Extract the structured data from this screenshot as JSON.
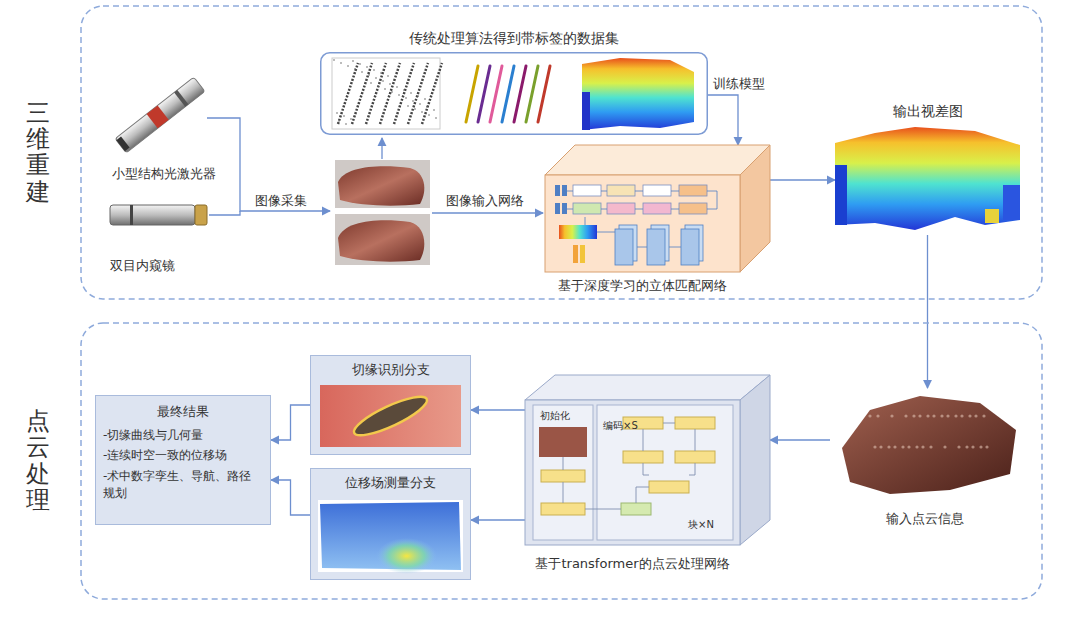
{
  "diagram": {
    "nodes": [
      {
        "text": [
          "三维重建"
        ]
      },
      {
        "text": [
          "传统处理算法得到带标签的数据集"
        ],
        "in": 0
      },
      {
        "text": [
          "基于深度学习的立体匹配网络"
        ],
        "in": 0
      },
      {
        "text": [
          "输出视差图"
        ],
        "in": 0
      },
      {
        "text": [
          "点云处理"
        ]
      },
      {
        "text": [
          "输入点云信息"
        ],
        "in": 4
      },
      {
        "text": [
          "基于transformer的点云处理网络"
        ],
        "in": 4
      },
      {
        "text": [
          "切缘识别分支"
        ],
        "in": 4
      },
      {
        "text": [
          "位移场测量分支"
        ],
        "in": 4
      },
      {
        "text": [
          "最终结果",
          "-切缘曲线与几何量",
          "-连续时空一致的位移场",
          "-术中数字孪生、导航、路径规划"
        ],
        "in": 4
      }
    ],
    "edges": [
      {
        "from": 1,
        "to": 2,
        "arrow": "to",
        "label": "训练模型"
      },
      {
        "from": 2,
        "to": 3,
        "arrow": "to"
      },
      {
        "from": 3,
        "to": 5,
        "arrow": "to"
      },
      {
        "from": 5,
        "to": 6,
        "arrow": "to"
      },
      {
        "from": 6,
        "to": 7,
        "arrow": "to"
      },
      {
        "from": 6,
        "to": 8,
        "arrow": "to"
      },
      {
        "from": 7,
        "to": 9,
        "arrow": "to"
      },
      {
        "from": 8,
        "to": 9,
        "arrow": "to"
      }
    ],
    "labels": [
      "小型结构光激光器",
      "双目内窥镜",
      "图像采集",
      "图像输入网络",
      "初始化",
      "编码×S",
      "块×N"
    ]
  }
}
